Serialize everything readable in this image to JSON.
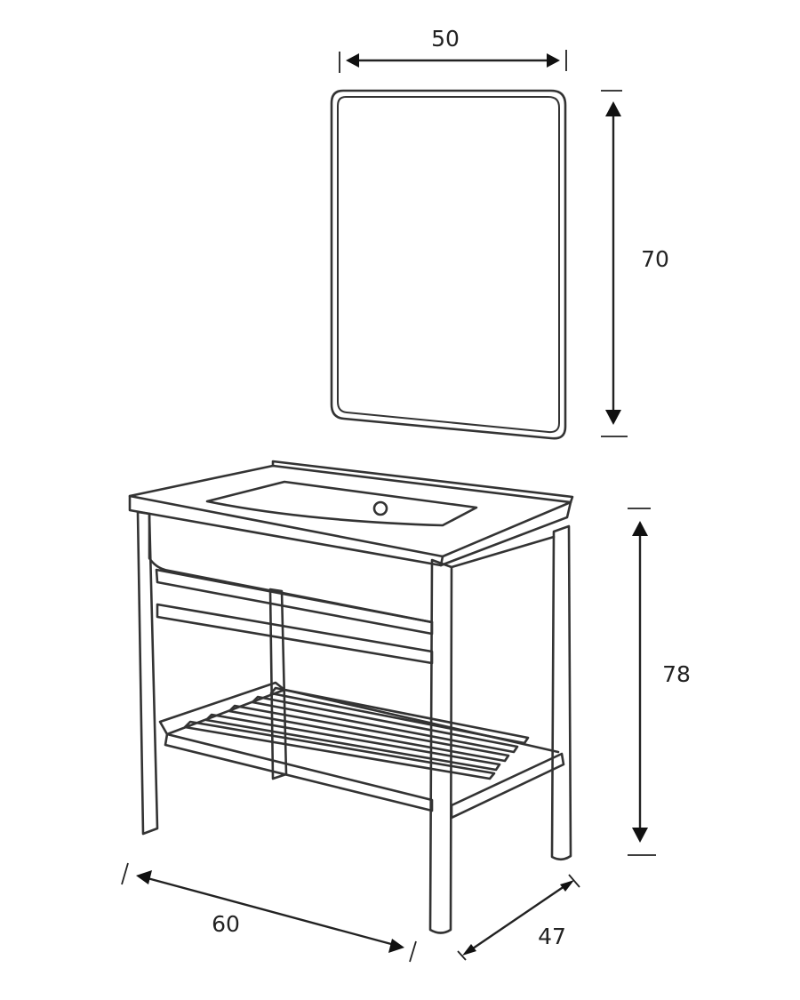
{
  "dimensions": {
    "mirror_width": "50",
    "mirror_height": "70",
    "vanity_height": "78",
    "vanity_width": "60",
    "vanity_depth": "47"
  }
}
